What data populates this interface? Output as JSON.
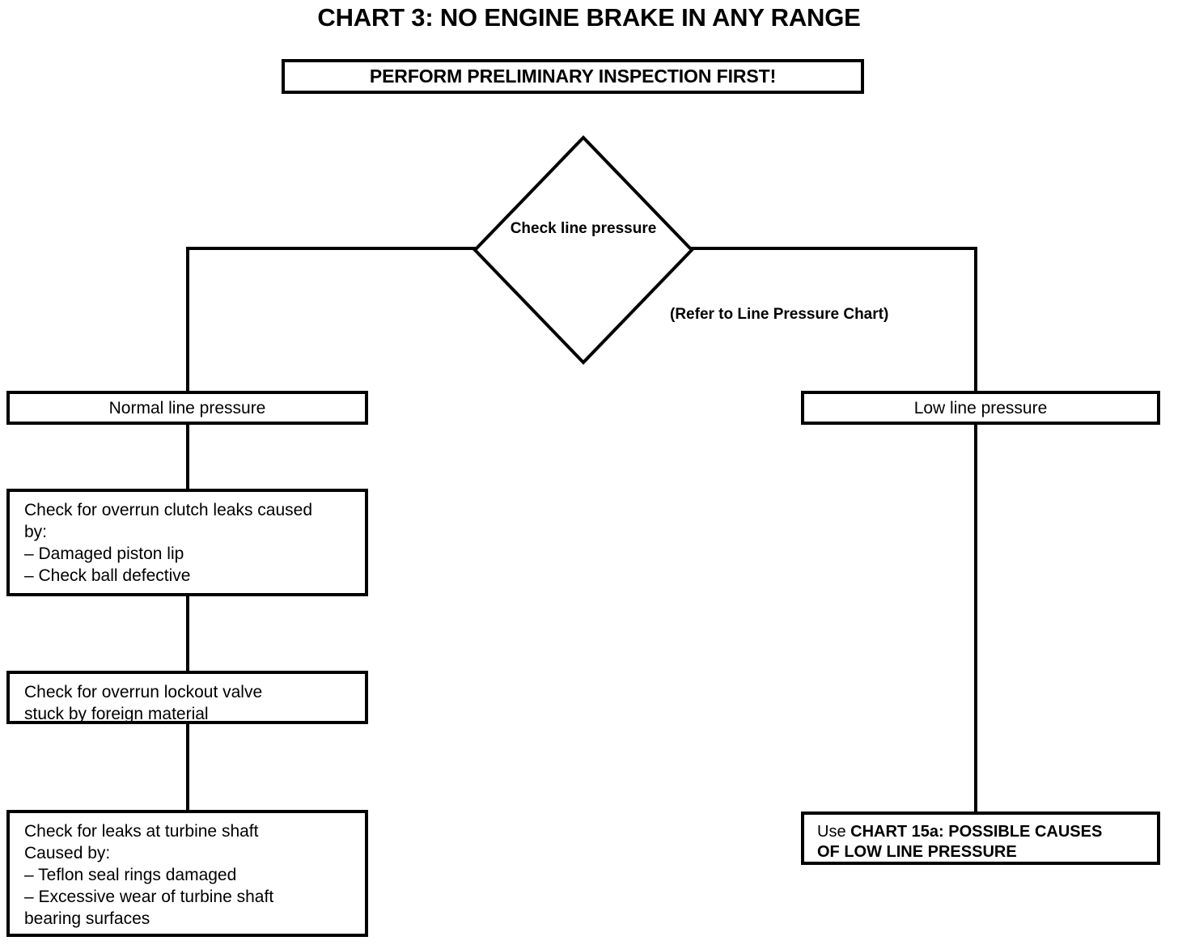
{
  "title": "CHART 3: NO ENGINE BRAKE IN ANY RANGE",
  "banner": {
    "text": "PERFORM PRELIMINARY INSPECTION FIRST!"
  },
  "decision": {
    "label": "Check\nline pressure",
    "note": "(Refer to Line Pressure Chart)"
  },
  "branches": {
    "left": {
      "header": "Normal line pressure",
      "steps": [
        "Check for overrun clutch leaks caused\nby:\n– Damaged piston lip\n– Check ball defective",
        "Check for overrun lockout valve\nstuck by foreign material",
        "Check for leaks at turbine shaft\nCaused by:\n– Teflon seal rings damaged\n– Excessive wear of turbine shaft\n   bearing surfaces"
      ]
    },
    "right": {
      "header": "Low line pressure",
      "action_prefix": "Use ",
      "action_strong": "CHART 15a: POSSIBLE CAUSES\nOF LOW LINE PRESSURE"
    }
  },
  "colors": {
    "ink": "#000000",
    "paper": "#ffffff"
  }
}
